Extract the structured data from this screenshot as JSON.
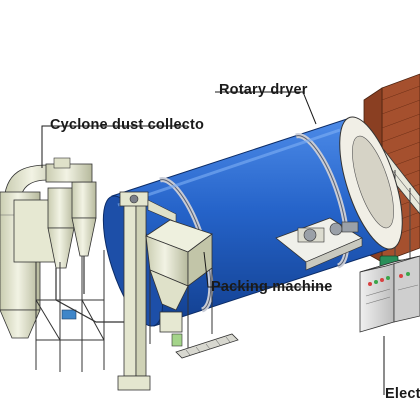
{
  "diagram": {
    "callouts": {
      "rotary_dryer": "Rotary dryer",
      "cyclone": "Cyclone dust collecto",
      "packing": "Packing machine",
      "electric": "Electr"
    }
  },
  "colors": {
    "drum": "#2563c9",
    "frame": "#e6e8d2",
    "brick": "#a5502e",
    "cabinet": "#e2e2e2",
    "motor": "#2a8f5a"
  }
}
